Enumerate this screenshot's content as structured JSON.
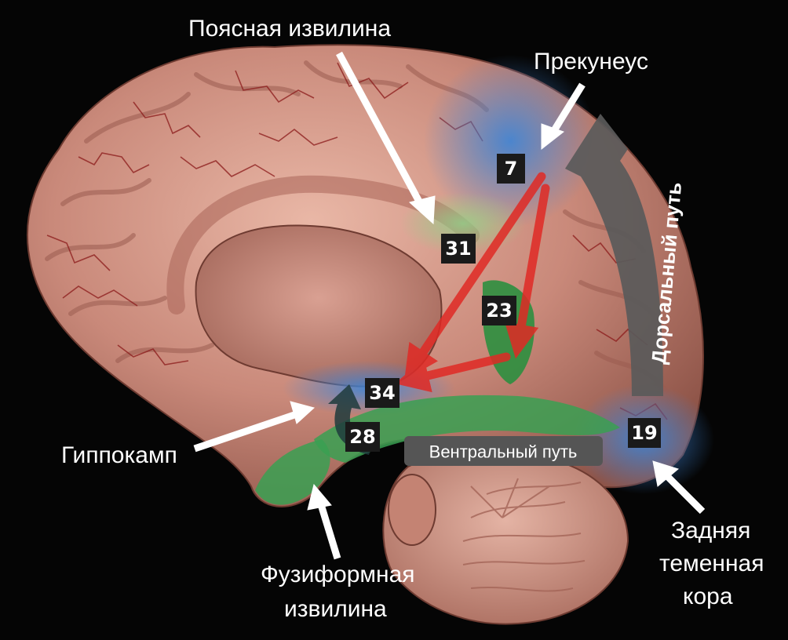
{
  "labels": {
    "cingulate": "Поясная извилина",
    "precuneus": "Прекунеус",
    "hippocampus": "Гиппокамп",
    "fusiform_1": "Фузиформная",
    "fusiform_2": "извилина",
    "posterior_1": "Задняя",
    "posterior_2": "теменная",
    "posterior_3": "кора"
  },
  "pathways": {
    "ventral": "Вентральный путь",
    "dorsal": "Дорсальный путь"
  },
  "areas": {
    "a7": "7",
    "a31": "31",
    "a23": "23",
    "a34": "34",
    "a28": "28",
    "a19": "19"
  },
  "colors": {
    "brain": "#c98a7a",
    "vessels": "#8b1a1a",
    "blue_region": "#3d84d6",
    "green_region": "#2fa049",
    "red_arrow": "#e02a25",
    "pathway_arrow": "#555555",
    "label_box": "#1a1a1a"
  }
}
